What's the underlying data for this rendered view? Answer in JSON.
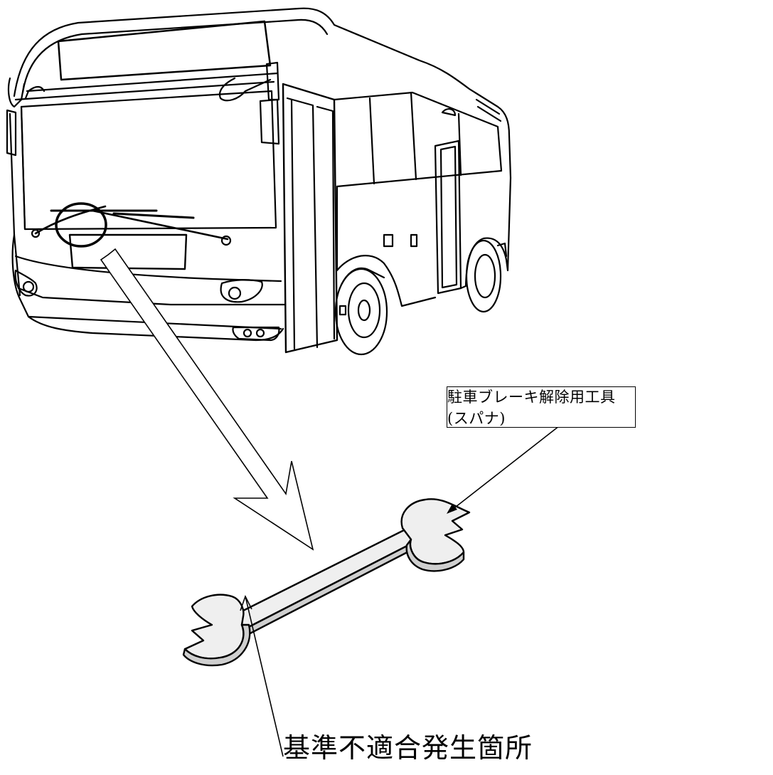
{
  "callouts": {
    "tool_label": "駐車ブレーキ解除用工具(スパナ)",
    "defect_label": "基準不適合発生箇所"
  },
  "icons": {
    "vehicle": "bus-illustration",
    "tool": "wrench-icon",
    "highlight": "location-circle"
  },
  "colors": {
    "line": "#000000",
    "background": "#ffffff",
    "wrench_fill": "#efefef"
  }
}
